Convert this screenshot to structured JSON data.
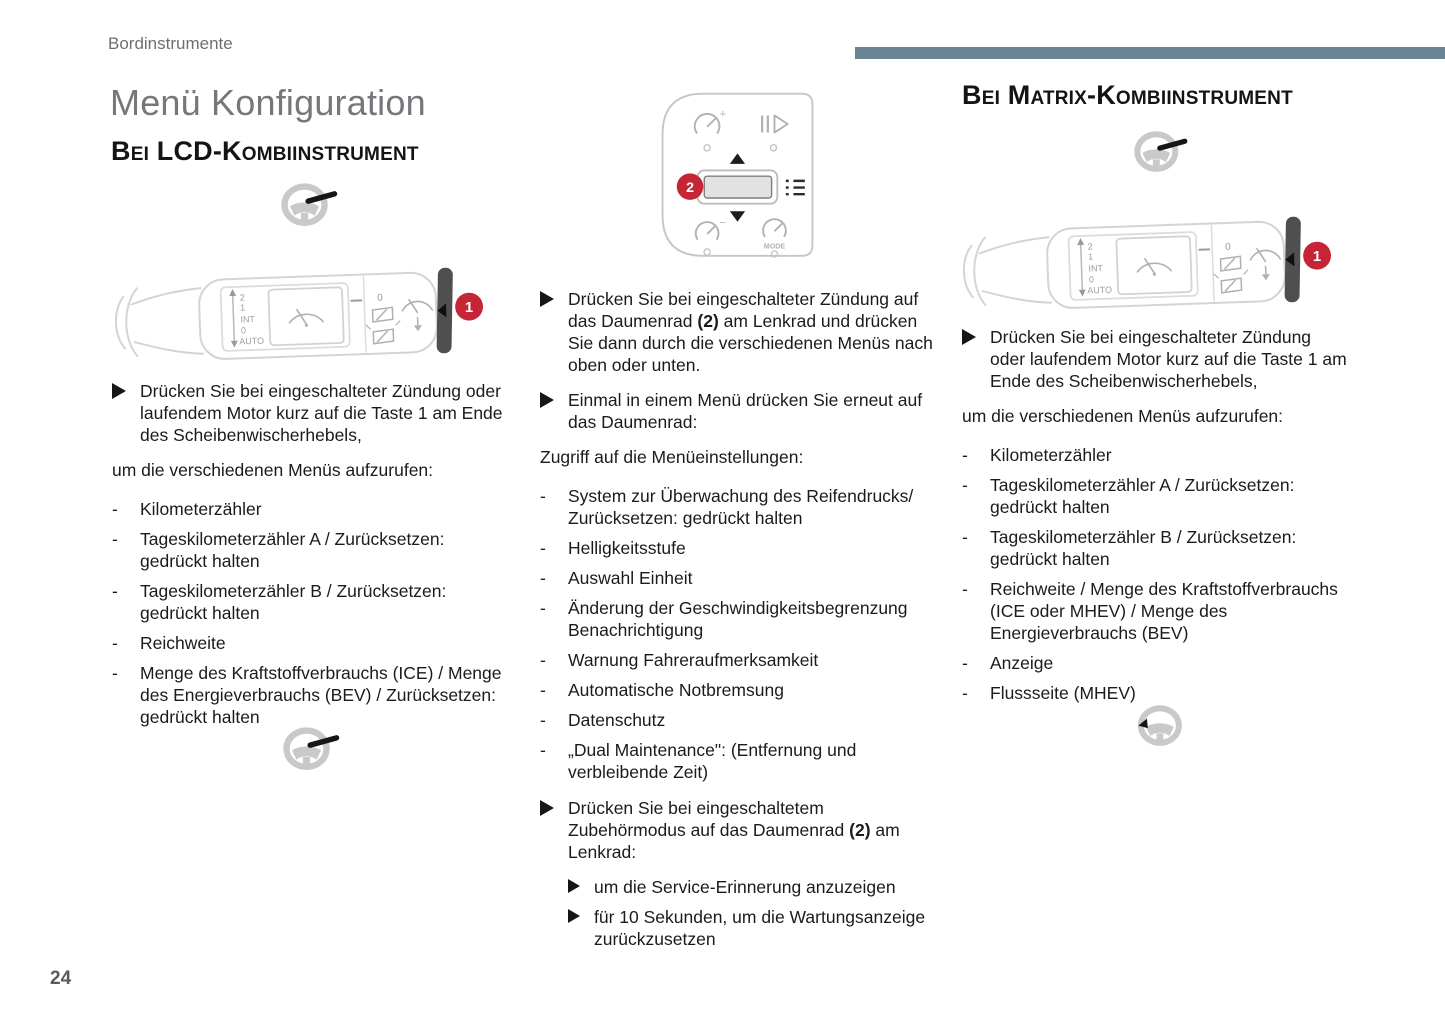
{
  "page": {
    "breadcrumb": "Bordinstrumente",
    "title": "Menü Konfiguration",
    "page_number": "24"
  },
  "colors": {
    "accent_bar": "#6b8595",
    "badge_red": "#c52537",
    "title_gray": "#76777b",
    "body_text": "#1b1b1d"
  },
  "ui": {
    "dash": "-"
  },
  "badges": {
    "one": "1",
    "two": "2"
  },
  "stalk_labels": {
    "speed2": "2",
    "speed1": "1",
    "int": "INT",
    "zero": "0",
    "auto": "AUTO",
    "off": "0"
  },
  "pad_labels": {
    "plus": "+",
    "minus": "−",
    "mode": "MODE"
  },
  "left": {
    "heading": "Bei LCD-Kombiinstrument",
    "step1": "Drücken Sie bei eingeschalteter Zündung oder laufendem Motor kurz auf die Taste 1 am Ende des Scheibenwischerhebels,",
    "lead": "um die verschiedenen Menüs aufzurufen:",
    "items": [
      "Kilometerzähler",
      "Tageskilometerzähler A / Zurücksetzen: gedrückt halten",
      "Tageskilometerzähler B / Zurücksetzen: gedrückt halten",
      "Reichweite",
      "Menge des Kraftstoffverbrauchs (ICE) / Menge des Energieverbrauchs (BEV) / Zurücksetzen: gedrückt halten"
    ]
  },
  "middle": {
    "step1_pre": "Drücken Sie bei eingeschalteter Zündung auf das Daumenrad ",
    "step1_bold": "(2)",
    "step1_post": " am Lenkrad und drücken Sie dann durch die verschiedenen Menüs nach oben oder unten.",
    "step2": "Einmal in einem Menü drücken Sie erneut auf das Daumenrad:",
    "lead": "Zugriff auf die Menüeinstellungen:",
    "items": [
      "System zur Überwachung des Reifendrucks/ Zurücksetzen: gedrückt halten",
      "Helligkeitsstufe",
      "Auswahl Einheit",
      "Änderung der Geschwindigkeitsbegrenzung Benachrichtigung",
      "Warnung Fahreraufmerksamkeit",
      "Automatische Notbremsung",
      "Datenschutz",
      "„Dual Maintenance\": (Entfernung und verbleibende Zeit)"
    ],
    "step3_pre": "Drücken Sie bei eingeschaltetem Zubehörmodus auf das Daumenrad ",
    "step3_bold": "(2)",
    "step3_post": " am Lenkrad:",
    "substeps": [
      "um die Service-Erinnerung anzuzeigen",
      "für 10 Sekunden, um die Wartungsanzeige zurückzusetzen"
    ]
  },
  "right": {
    "heading": "Bei Matrix-Kombiinstrument",
    "step1": "Drücken Sie bei eingeschalteter Zündung oder laufendem Motor kurz auf die Taste 1 am Ende des Scheibenwischerhebels,",
    "lead": "um die verschiedenen Menüs aufzurufen:",
    "items": [
      "Kilometerzähler",
      "Tageskilometerzähler A / Zurücksetzen: gedrückt halten",
      "Tageskilometerzähler B / Zurücksetzen: gedrückt halten",
      "Reichweite / Menge des Kraftstoffverbrauchs (ICE oder MHEV) / Menge des Energieverbrauchs (BEV)",
      "Anzeige",
      "Flussseite (MHEV)"
    ]
  }
}
